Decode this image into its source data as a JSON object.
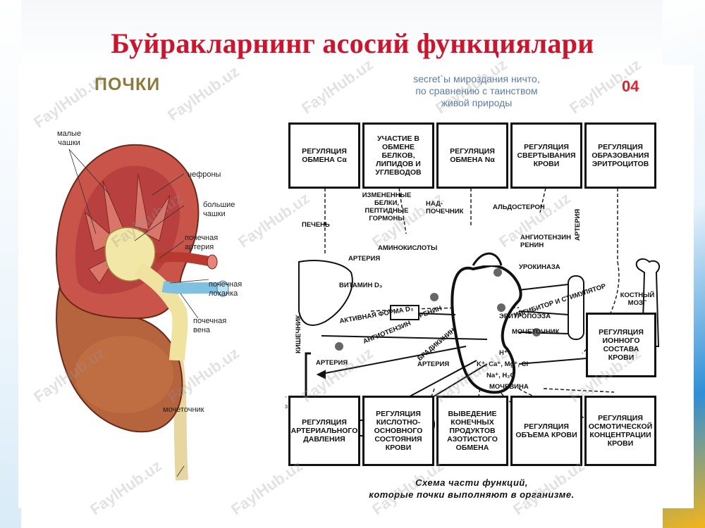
{
  "slide": {
    "title": "Буйракларнинг асосий функциялари"
  },
  "figure": {
    "heading": "ПОЧКИ",
    "page_number": "04",
    "quote": [
      "secret`ы мироздания ничто,",
      "по сравнению с таинством",
      "живой природы"
    ],
    "kidney_labels": {
      "small_calyces": "малые чашки",
      "nephrons": "нефроны",
      "major_calyces": "большие чашки",
      "renal_artery": "почечная артерия",
      "renal_pelvis": "почечная лоханка",
      "renal_vein": "почечная вена",
      "ureter": "мочеточник"
    },
    "top_boxes": [
      "РЕГУЛЯЦИЯ ОБМЕНА Cα",
      "УЧАСТИЕ В ОБМЕНЕ БЕЛКОВ, ЛИПИДОВ И УГЛЕВОДОВ",
      "РЕГУЛЯЦИЯ ОБМЕНА Nα",
      "РЕГУЛЯЦИЯ СВЕРТЫВАНИЯ КРОВИ",
      "РЕГУЛЯЦИЯ ОБРАЗОВАНИЯ ЭРИТРОЦИТОВ"
    ],
    "right_box": "РЕГУЛЯЦИЯ ИОННОГО СОСТАВА КРОВИ",
    "bottom_boxes": [
      "РЕГУЛЯЦИЯ АРТЕРИАЛЬНОГО ДАВЛЕНИЯ",
      "РЕГУЛЯЦИЯ КИСЛОТНО-ОСНОВНОГО СОСТОЯНИЯ КРОВИ",
      "ВЫВЕДЕНИЕ КОНЕЧНЫХ ПРОДУКТОВ АЗОТИСТОГО ОБМЕНА",
      "РЕГУЛЯЦИЯ ОБЪЕМА КРОВИ",
      "РЕГУЛЯЦИЯ ОСМОТИЧЕСКОЙ КОНЦЕНТРАЦИИ КРОВИ"
    ],
    "diagram_labels": {
      "liver": "ПЕЧЕНЬ",
      "artery_left": "АРТЕРИЯ",
      "aminoacids": "АМИНОКИСЛОТЫ",
      "changed_proteins": "ИЗМЕНЕННЫЕ БЕЛКИ, ПЕПТИДНЫЕ ГОРМОНЫ",
      "adrenal": "НАД- ПОЧЕЧНИК",
      "aldosterone": "АЛЬДОСТЕРОН",
      "angiotensin_renin": "АНГИОТЕНЗИН РЕНИН",
      "artery_right": "АРТЕРИЯ",
      "urokinase": "УРОКИНАЗА",
      "vitamin_d": "ВИТАМИН D₃",
      "active_d": "АКТИВНАЯ ФОРМА D₃",
      "intestine": "КИШЕЧНИК",
      "renin": "РЕНИН",
      "angiotensin": "АНГИОТЕНЗИН",
      "bradykinin": "БРАДИКИНИН",
      "artery_bl": "АРТЕРИЯ",
      "artery_bm": "АРТЕРИЯ",
      "inhibitor": "ИНГИБИТОР И СТИМУЛЯТОР",
      "erythropoiesis": "ЭРИТРОПОЭЗА",
      "marrow": "КОСТНЫЙ МОЗГ",
      "ureter2": "МОЧЕТОЧНИК",
      "ions_h": "H⁺",
      "ions_1": "K⁺, Ca⁺, Mg⁺, Cl⁻",
      "ions_2": "Na⁺, H₂O",
      "urine": "МОЧЕВИНА"
    },
    "caption": [
      "Схема части функций,",
      "которые почки выполняют в организме."
    ],
    "watermark": "FaylHub.uz",
    "colors": {
      "title_red": "#d0122a",
      "heading_olive": "#8d7a3b",
      "quote_blue": "#5d7ca8",
      "page_num_red": "#d9232d"
    }
  }
}
